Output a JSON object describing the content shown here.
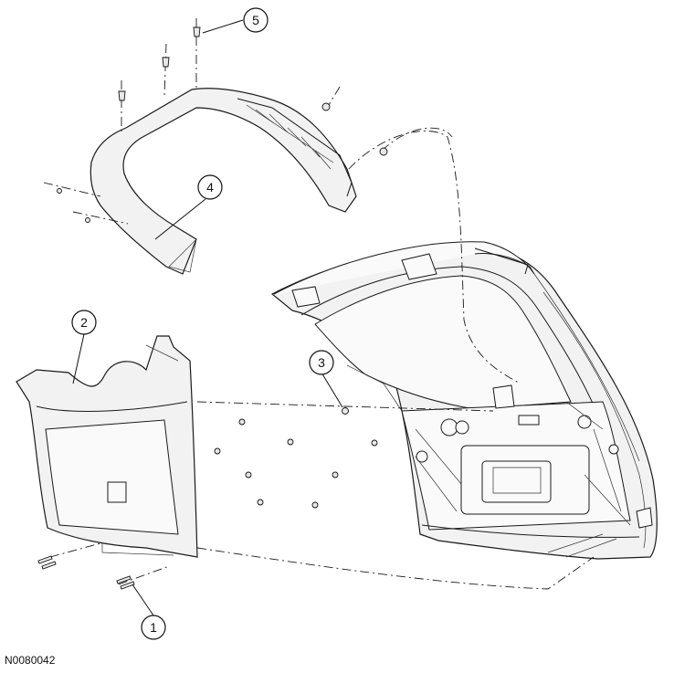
{
  "callouts": [
    {
      "number": "1",
      "part": "screw"
    },
    {
      "number": "2",
      "part": "lower-trim-panel"
    },
    {
      "number": "3",
      "part": "pin-type-retainer"
    },
    {
      "number": "4",
      "part": "upper-trim-panel"
    },
    {
      "number": "5",
      "part": "screw"
    }
  ],
  "figure_code": "N0080042"
}
